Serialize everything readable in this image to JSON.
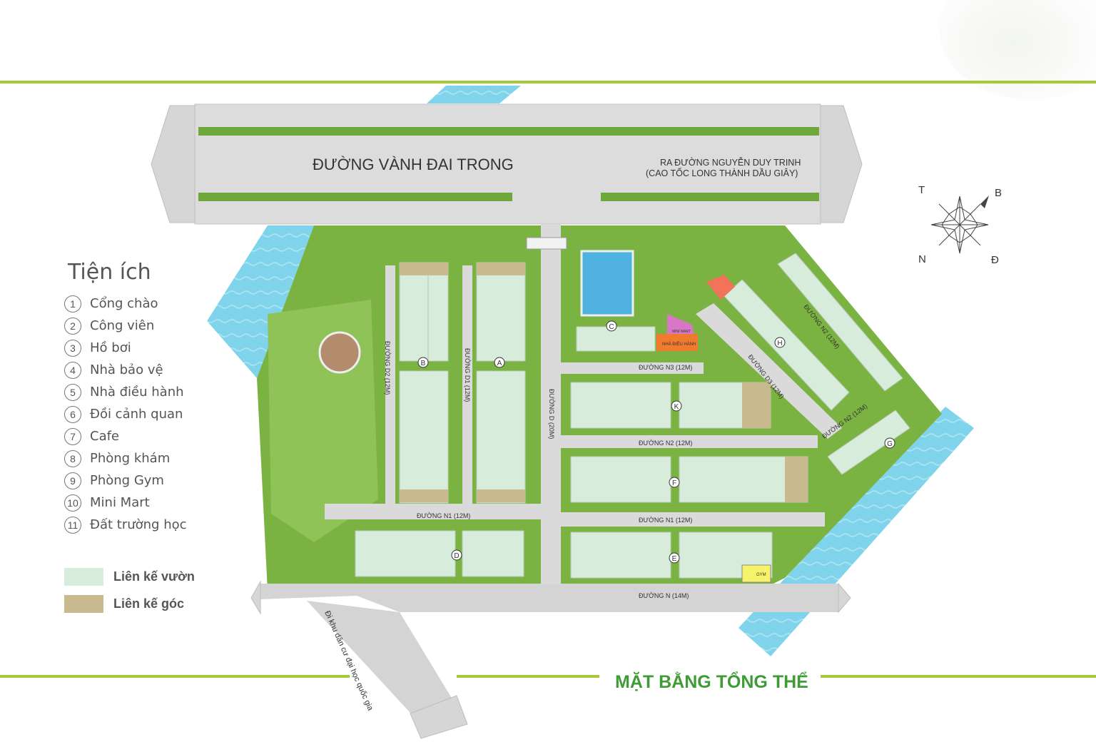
{
  "plan_title": "MẶT BẰNG TỔNG THỂ",
  "legend": {
    "title": "Tiện ích",
    "items": [
      {
        "num": "1",
        "label": "Cổng chào"
      },
      {
        "num": "2",
        "label": "Công viên"
      },
      {
        "num": "3",
        "label": "Hồ bơi"
      },
      {
        "num": "4",
        "label": "Nhà bảo vệ"
      },
      {
        "num": "5",
        "label": "Nhà điều hành"
      },
      {
        "num": "6",
        "label": "Đồi cảnh quan"
      },
      {
        "num": "7",
        "label": "Cafe"
      },
      {
        "num": "8",
        "label": "Phòng khám"
      },
      {
        "num": "9",
        "label": "Phòng Gym"
      },
      {
        "num": "10",
        "label": "Mini Mart"
      },
      {
        "num": "11",
        "label": "Đất trường học"
      }
    ],
    "keys": [
      {
        "label": "Liên kế vườn",
        "color": "#d8ecdc"
      },
      {
        "label": "Liên kế góc",
        "color": "#c9b98e"
      }
    ]
  },
  "roads": {
    "main": "ĐƯỜNG VÀNH ĐAI TRONG",
    "exit_line1": "RA ĐƯỜNG NGUYỄN DUY TRINH",
    "exit_line2": "(CAO TỐC LONG THÀNH DẦU GIÂY)",
    "d": "ĐƯỜNG D (20M)",
    "d1": "ĐƯỜNG D1 (12M)",
    "d2": "ĐƯỜNG D2 (12M)",
    "d3": "ĐƯỜNG D3 (12M)",
    "n": "ĐƯỜNG N (14M)",
    "n1_left": "ĐƯỜNG N1 (12M)",
    "n1_right": "ĐƯỜNG N1 (12M)",
    "n2": "ĐƯỜNG N2 (12M)",
    "n2_diag": "ĐƯỜNG N2 (12M)",
    "n2_upper": "ĐƯỜNG N2 (12M)",
    "n3": "ĐƯỜNG N3 (12M)",
    "side_exit": "Đi khu dân cư đại học quốc gia"
  },
  "compass": {
    "t": "T",
    "b": "B",
    "n": "N",
    "d": "Đ"
  },
  "buildings": {
    "mini_mart": "MINI MART",
    "exec": "NHÀ ĐIỀU HÀNH",
    "gym": "GYM"
  },
  "block_labels": [
    "A",
    "B",
    "C",
    "D",
    "E",
    "F",
    "G",
    "H",
    "K"
  ],
  "colors": {
    "accent_green": "#a6c93a",
    "title_green": "#3e9b35",
    "grass": "#7bb342",
    "water": "#7fd3ea",
    "road": "#d9d9d9",
    "lot_garden": "#d8ecdc",
    "lot_corner": "#c9b98e"
  }
}
